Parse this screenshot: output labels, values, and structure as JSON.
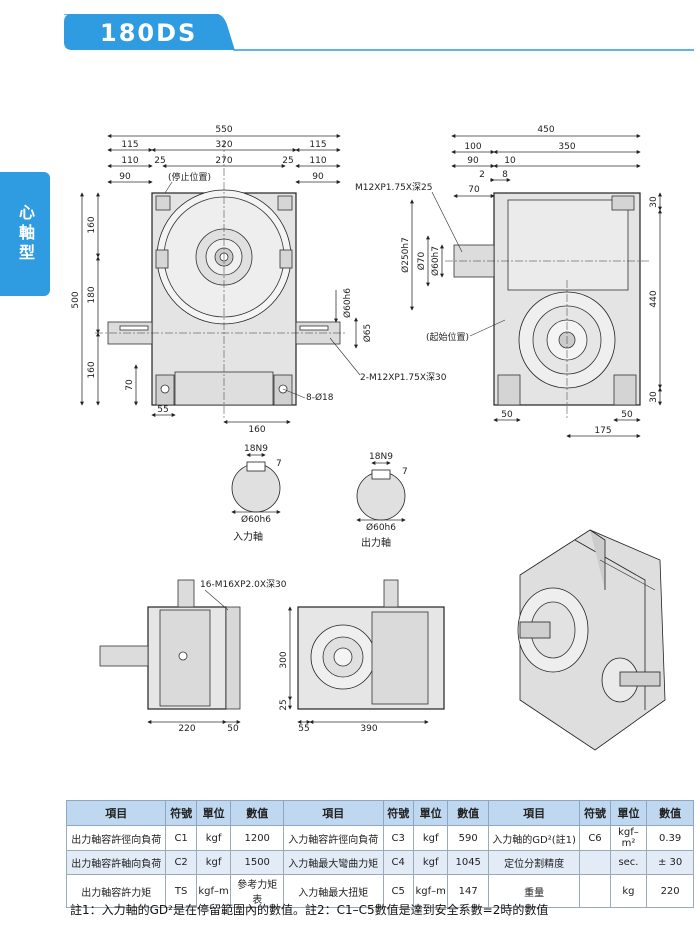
{
  "header": {
    "model": "180DS"
  },
  "side_tab": {
    "label": "心軸型"
  },
  "top_view": {
    "dim_550": "550",
    "dim_320": "320",
    "dim_115a": "115",
    "dim_115b": "115",
    "dim_110a": "110",
    "dim_25a": "25",
    "dim_270": "270",
    "dim_25b": "25",
    "dim_110b": "110",
    "dim_90a": "90",
    "dim_90b": "90",
    "stop_pos": "(停止位置)",
    "dim_500": "500",
    "dim_160a": "160",
    "dim_180": "180",
    "dim_160b": "160",
    "dim_70": "70",
    "dim_55": "55",
    "dim_160c": "160",
    "dim_60h6": "Ø60h6",
    "dim_65": "Ø65",
    "tap": "2-M12XP1.75X深30",
    "holes": "8-Ø18"
  },
  "side_view": {
    "dim_450": "450",
    "dim_100": "100",
    "dim_350": "350",
    "dim_90": "90",
    "dim_10": "10",
    "dim_2": "2",
    "dim_8": "8",
    "dim_70": "70",
    "tap": "M12XP1.75X深25",
    "dim_250h7": "Ø250h7",
    "dim_70d": "Ø70",
    "dim_60h7": "Ø60h7",
    "start_pos": "(起始位置)",
    "dim_30a": "30",
    "dim_440": "440",
    "dim_30b": "30",
    "dim_50a": "50",
    "dim_50b": "50",
    "dim_175": "175"
  },
  "shaft_in": {
    "key": "18N9",
    "depth": "7",
    "dia": "Ø60h6",
    "label": "入力軸"
  },
  "shaft_out": {
    "key": "18N9",
    "depth": "7",
    "dia": "Ø60h6",
    "label": "出力軸"
  },
  "bottom_view": {
    "tap": "16-M16XP2.0X深30",
    "dim_220": "220",
    "dim_50": "50",
    "dim_300": "300",
    "dim_25": "25",
    "dim_55": "55",
    "dim_390": "390"
  },
  "table": {
    "headers": [
      "項目",
      "符號",
      "單位",
      "數值",
      "項目",
      "符號",
      "單位",
      "數值",
      "項目",
      "符號",
      "單位",
      "數值"
    ],
    "rows": [
      [
        "出力軸容許徑向負荷",
        "C1",
        "kgf",
        "1200",
        "入力軸容許徑向負荷",
        "C3",
        "kgf",
        "590",
        "入力軸的GD²(註1)",
        "C6",
        "kgf–m²",
        "0.39"
      ],
      [
        "出力軸容許軸向負荷",
        "C2",
        "kgf",
        "1500",
        "入力軸最大彎曲力矩",
        "C4",
        "kgf",
        "1045",
        "定位分割精度",
        "",
        "sec.",
        "± 30"
      ],
      [
        "出力軸容許力矩",
        "TS",
        "kgf–m",
        "參考力矩表",
        "入力軸最大扭矩",
        "C5",
        "kgf–m",
        "147",
        "重量",
        "",
        "kg",
        "220"
      ]
    ]
  },
  "note": "註1：入力軸的GD²是在停留範圍內的數值。註2：C1–C5數值是達到安全系數=2時的數值",
  "colors": {
    "accent": "#2f9be0",
    "header_bg": "#bfd8ef",
    "row_alt": "#e3ecf6"
  }
}
